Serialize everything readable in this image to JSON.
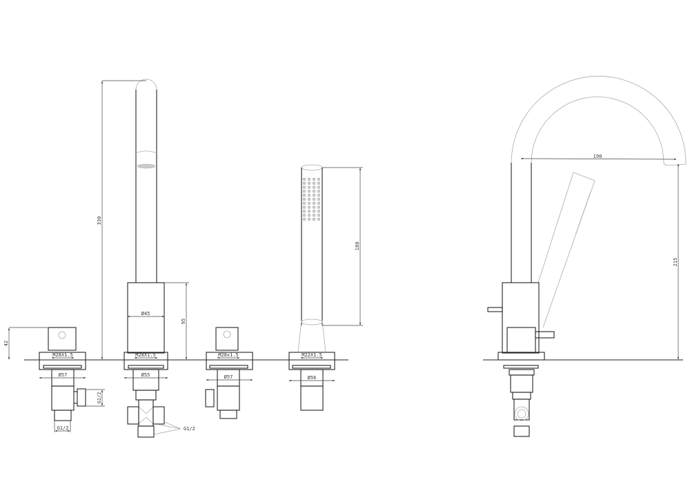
{
  "drawing": {
    "title": "Bath shower mixer technical drawing",
    "dimensions": {
      "valve_left_height": "42",
      "valve_left_thread": "M28X1.5",
      "valve_left_flange": "Ø57",
      "valve_left_outlet_side": "G1/2",
      "valve_left_outlet_bottom": "G1/2",
      "riser_height": "330",
      "riser_body_dia": "Ø45",
      "riser_body_height": "95",
      "riser_thread": "M28X1.5",
      "riser_flange": "Ø55",
      "riser_outlets": "G1/2",
      "valve_right_thread": "M28x1.5",
      "valve_right_flange": "Ø57",
      "handshower_length": "180",
      "handshower_thread": "M22X1.5",
      "handshower_flange": "Ø56",
      "spout_reach": "190",
      "spout_height": "215"
    }
  }
}
